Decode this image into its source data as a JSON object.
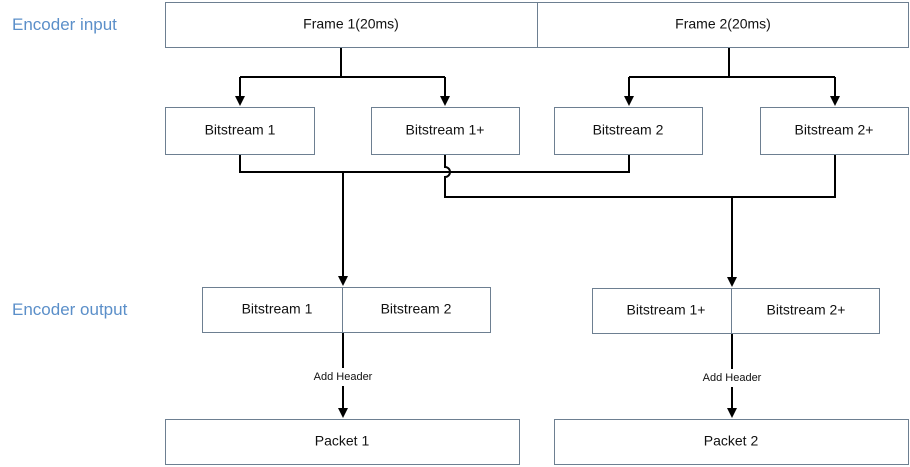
{
  "labels": {
    "encoder_input": "Encoder input",
    "encoder_output": "Encoder output"
  },
  "frames": {
    "frame1": "Frame 1(20ms)",
    "frame2": "Frame 2(20ms)"
  },
  "bitstreams": {
    "b1": "Bitstream 1",
    "b1plus": "Bitstream 1+",
    "b2": "Bitstream 2",
    "b2plus": "Bitstream 2+"
  },
  "outputs": {
    "left_a": "Bitstream 1",
    "left_b": "Bitstream 2",
    "right_a": "Bitstream 1+",
    "right_b": "Bitstream 2+"
  },
  "header_label": {
    "left": "Add Header",
    "right": "Add Header"
  },
  "packets": {
    "p1": "Packet 1",
    "p2": "Packet 2"
  }
}
